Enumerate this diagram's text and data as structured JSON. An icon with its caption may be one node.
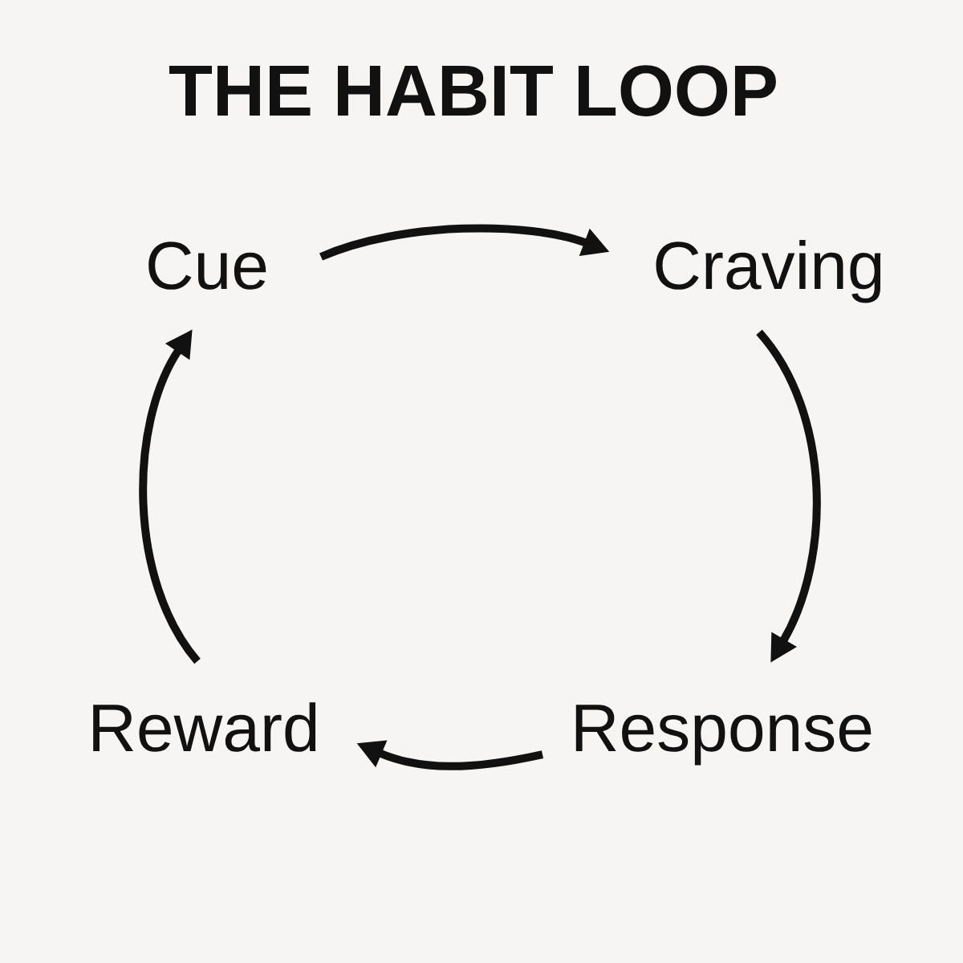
{
  "diagram": {
    "title": "THE HABIT LOOP",
    "nodes": [
      {
        "text": [
          "Cue"
        ]
      },
      {
        "text": [
          "Craving"
        ]
      },
      {
        "text": [
          "Reward"
        ]
      },
      {
        "text": [
          "Response"
        ]
      }
    ],
    "edges": [
      {
        "from": 0,
        "to": 1,
        "arrow": "to"
      },
      {
        "from": 1,
        "to": 3,
        "arrow": "to"
      },
      {
        "from": 3,
        "to": 2,
        "arrow": "to"
      },
      {
        "from": 2,
        "to": 0,
        "arrow": "to"
      }
    ]
  }
}
